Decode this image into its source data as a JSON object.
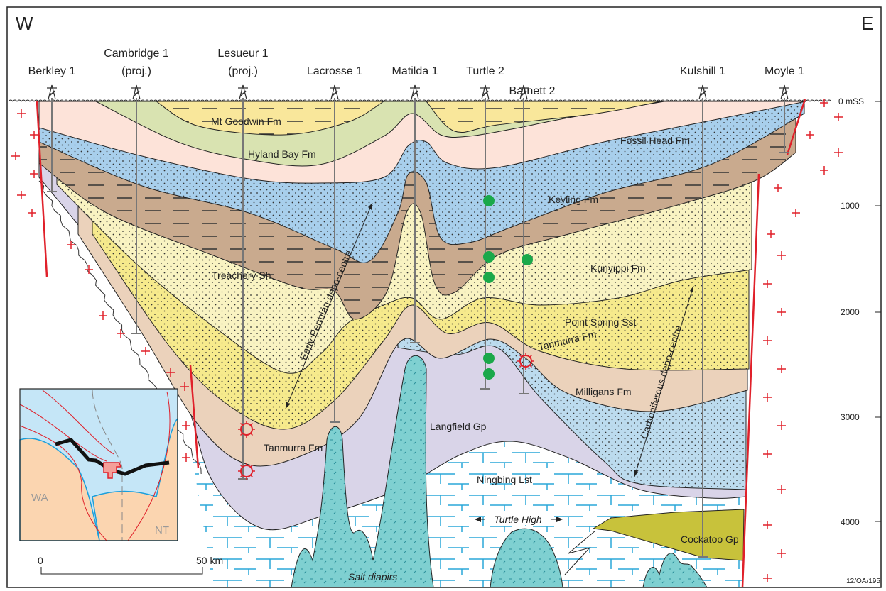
{
  "title_left": "W",
  "title_right": "E",
  "wells": [
    {
      "name": "Berkley 1",
      "sub": ""
    },
    {
      "name": "Cambridge 1",
      "sub": "(proj.)"
    },
    {
      "name": "Lesueur 1",
      "sub": "(proj.)"
    },
    {
      "name": "Lacrosse 1",
      "sub": ""
    },
    {
      "name": "Matilda 1",
      "sub": ""
    },
    {
      "name": "Turtle 2",
      "sub": ""
    },
    {
      "name": "Barnett 2",
      "sub": ""
    },
    {
      "name": "Kulshill 1",
      "sub": ""
    },
    {
      "name": "Moyle 1",
      "sub": ""
    }
  ],
  "depth_axis": {
    "ticks": [
      "0 mSS",
      "1000",
      "2000",
      "3000",
      "4000"
    ]
  },
  "formations": {
    "mt_goodwin": "Mt Goodwin Fm",
    "hyland_bay": "Hyland Bay Fm",
    "fossil_head": "Fossil Head Fm",
    "keyling": "Keyling Fm",
    "treachery": "Treachery Sh",
    "kuriyippi": "Kuriyippi Fm",
    "point_spring": "Point Spring Sst",
    "tanmurra_east": "Tanmurra Fm",
    "tanmurra_west": "Tanmurra Fm",
    "milligans": "Milligans Fm",
    "langfield": "Langfield Gp",
    "ningbing": "Ningbing Lst",
    "cockatoo": "Cockatoo Gp",
    "salt": "Salt diapirs"
  },
  "annotations": {
    "early_permian": "Early Permian depo-centre",
    "carboniferous": "Carboniferous depo-centre",
    "turtle_high": "Turtle High"
  },
  "inset": {
    "wa": "WA",
    "nt": "NT"
  },
  "scale": {
    "zero": "0",
    "max": "50 km"
  },
  "figure_id": "12/OA/195",
  "colors": {
    "mt_goodwin": "#f9e79b",
    "hyland_bay": "#d9e3b1",
    "fossil_head": "#fde3d9",
    "keyling": "#a8cfec",
    "treachery": "#c9aa8e",
    "kuriyippi": "#f9f3c2",
    "point_spring": "#f6ea8c",
    "tanmurra": "#ebd2bb",
    "milligans": "#bcdbee",
    "langfield": "#d9d4e8",
    "salt": "#7fd0d1",
    "cockatoo": "#c8c23b",
    "fault": "#e0202a",
    "oil": "#1aa84a",
    "sea": "#c5e6f7",
    "land": "#fbd5b0"
  }
}
